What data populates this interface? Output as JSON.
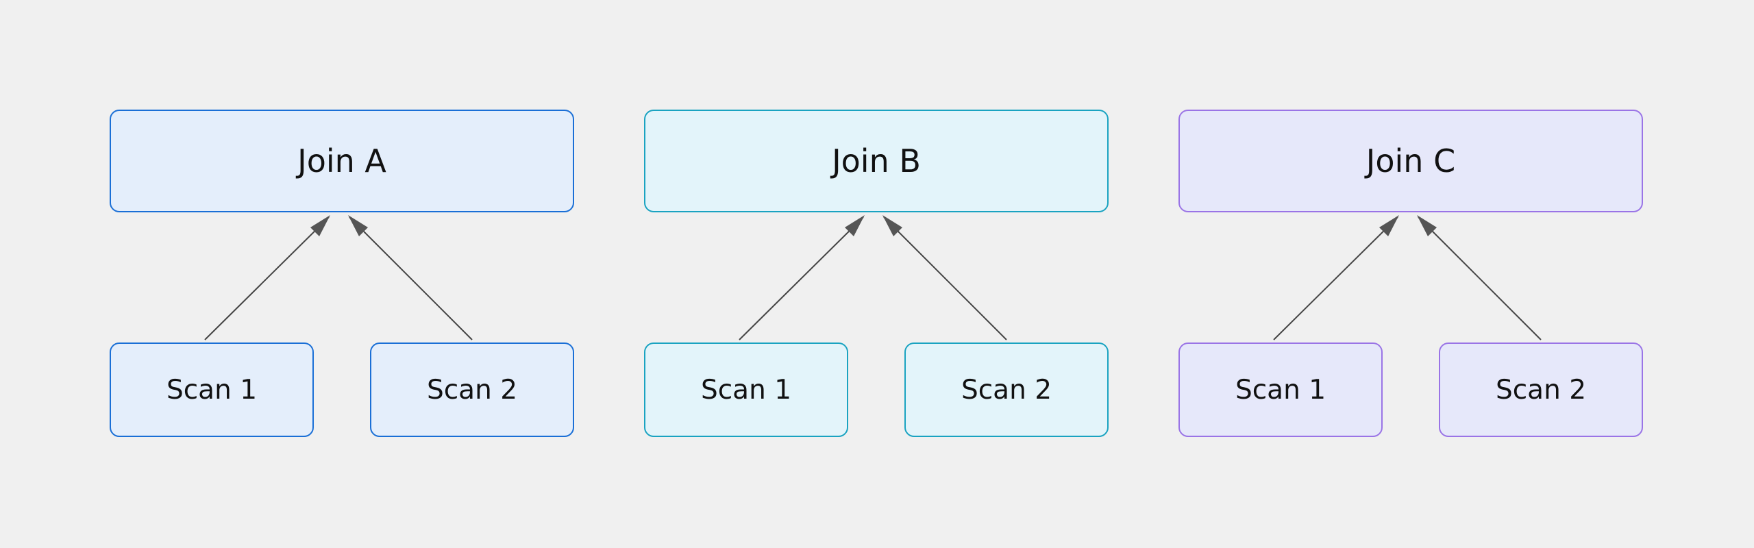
{
  "groups": [
    {
      "join_label": "Join A",
      "scans": [
        "Scan 1",
        "Scan 2"
      ],
      "border_color": "#1a6fd6",
      "fill_color": "#e4eefb"
    },
    {
      "join_label": "Join B",
      "scans": [
        "Scan 1",
        "Scan 2"
      ],
      "border_color": "#1aa3c1",
      "fill_color": "#e3f4fa"
    },
    {
      "join_label": "Join C",
      "scans": [
        "Scan 1",
        "Scan 2"
      ],
      "border_color": "#9a74e6",
      "fill_color": "#e6e8fa"
    }
  ],
  "edge_color": "#444444",
  "background_color": "#f0f0f0"
}
